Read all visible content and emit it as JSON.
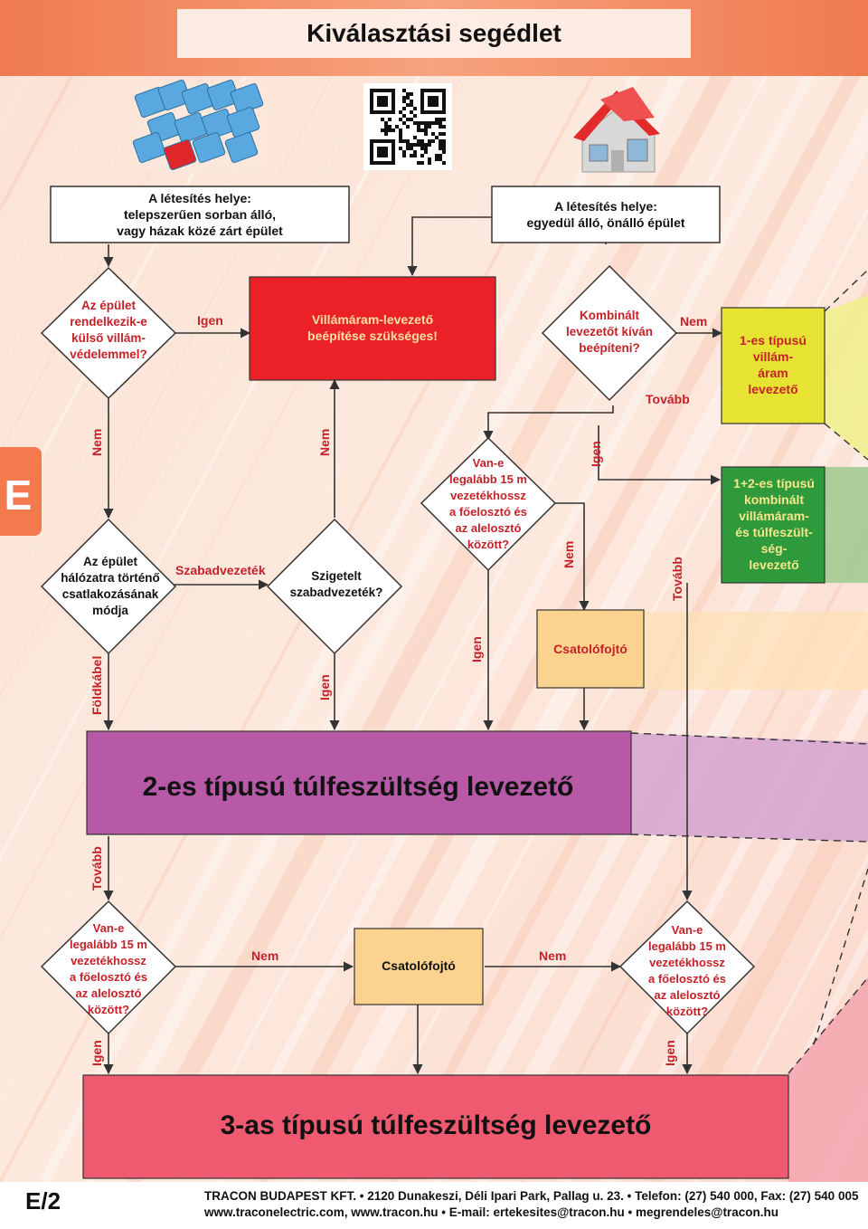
{
  "header": {
    "title": "Kiválasztási segédlet"
  },
  "side_tab": {
    "letter": "E"
  },
  "images": {
    "left": "row-houses-image",
    "center": "qr-code",
    "right": "house-image"
  },
  "colors": {
    "red": "#ec2027",
    "yellow": "#e6e332",
    "green": "#2e9a3c",
    "purple": "#b759a6",
    "pink": "#ef5a70",
    "peach": "#fbd38f"
  },
  "nodes": {
    "start_left": [
      "A létesítés helye:",
      "telepszerűen sorban álló,",
      "vagy házak közé zárt épület"
    ],
    "start_right": [
      "A létesítés helye:",
      "egyedül álló, önálló épület"
    ],
    "d_protection": [
      "Az épület",
      "rendelkezik-e",
      "külső villám-",
      "védelemmel?"
    ],
    "red_box": [
      "Villámáram-levezető",
      "beépítése szükséges!"
    ],
    "d_combined": [
      "Kombinált",
      "levezetőt kíván",
      "beépíteni?"
    ],
    "type1": [
      "1-es típusú",
      "villám-",
      "áram",
      "levezető"
    ],
    "d_connection": [
      "Az épület",
      "hálózatra történő",
      "csatlakozásának",
      "módja"
    ],
    "d_insulated": [
      "Szigetelt",
      "szabadvezeték?"
    ],
    "d_length_top": [
      "Van-e",
      "legalább 15 m",
      "vezetékhossz",
      "a főelosztó és",
      "az alelosztó",
      "között?"
    ],
    "type12": [
      "1+2-es típusú",
      "kombinált",
      "villámáram-",
      "és túlfeszült-",
      "ség-",
      "levezető"
    ],
    "coupler_top": "Csatolófojtó",
    "type2": "2-es típusú túlfeszültség levezető",
    "d_length_left": [
      "Van-e",
      "legalább 15 m",
      "vezetékhossz",
      "a főelosztó és",
      "az alelosztó",
      "között?"
    ],
    "coupler_bottom": "Csatolófojtó",
    "d_length_right": [
      "Van-e",
      "legalább 15 m",
      "vezetékhossz",
      "a főelosztó és",
      "az alelosztó",
      "között?"
    ],
    "type3": "3-as típusú túlfeszültség levezető"
  },
  "edge_labels": {
    "yes_protection": "Igen",
    "no_protection": "Nem",
    "no_combined": "Nem",
    "next_combined": "Tovább",
    "overhead": "Szabadvezeték",
    "underground": "Földkábel",
    "no_insulated": "Nem",
    "yes_insulated": "Igen",
    "yes_length_top": "Igen",
    "no_length_top": "Nem",
    "yes_to_type2": "Igen",
    "next_type12": "Tovább",
    "next_type2": "Tovább",
    "no_length_left": "Nem",
    "yes_length_left": "Igen",
    "no_coupler_bottom": "Nem",
    "yes_length_right": "Igen"
  },
  "footer": {
    "page": "E/2",
    "line1": "TRACON BUDAPEST KFT. • 2120 Dunakeszi, Déli Ipari Park, Pallag u. 23. • Telefon: (27) 540 000, Fax: (27) 540 005",
    "line2": "www.traconelectric.com, www.tracon.hu • E-mail: ertekesites@tracon.hu • megrendeles@tracon.hu"
  }
}
